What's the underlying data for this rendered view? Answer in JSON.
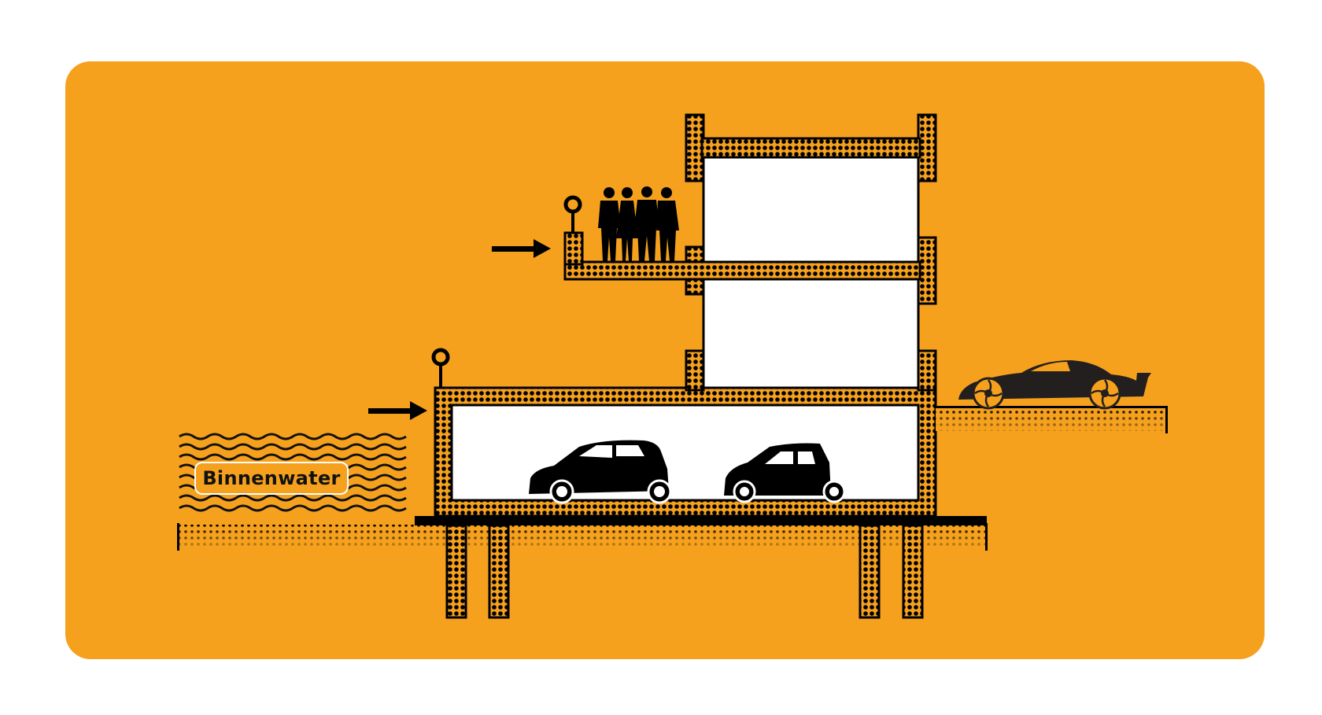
{
  "diagram": {
    "type": "architectural-cross-section",
    "background_color": "#F6A11E",
    "outline_color": "#000000",
    "room_fill": "#FFFFFF",
    "labels": {
      "water": "Binnenwater"
    },
    "elements": {
      "upper_floors": 2,
      "ground_garage_cars": 2,
      "people_on_terrace": 4,
      "street_car": "sports-car",
      "entry_arrows": 2,
      "bollards": 2,
      "foundation_piles": 4
    }
  }
}
